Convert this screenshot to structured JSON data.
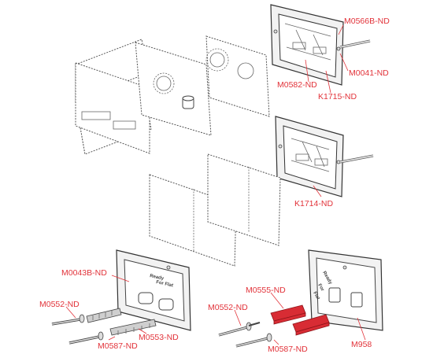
{
  "labels": {
    "m0566b": "M0566B-ND",
    "m0041": "M0041-ND",
    "m0582": "M0582-ND",
    "k1715": "K1715-ND",
    "k1714": "K1714-ND",
    "m0043b": "M0043B-ND",
    "m0552_left": "M0552-ND",
    "m0587_left": "M0587-ND",
    "m0553": "M0553-ND",
    "m0555": "M0555-ND",
    "m0552_right": "M0552-ND",
    "m0587_right": "M0587-ND",
    "m958": "M958"
  },
  "embossed_text": {
    "left_line1": "Ready",
    "left_line2": "For Flat",
    "right_line1": "Ready",
    "right_line2": "For",
    "right_line3": "Flat"
  },
  "colors": {
    "label_red": "#e2333a",
    "part_red": "#d82c34",
    "outline": "#444444"
  }
}
